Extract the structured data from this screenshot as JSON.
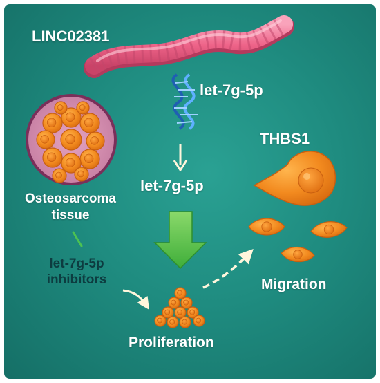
{
  "labels": {
    "lnc": "LINC02381",
    "mirna_top": "let-7g-5p",
    "mirna_mid": "let-7g-5p",
    "tissue_line1": "Osteosarcoma",
    "tissue_line2": "tissue",
    "inhibitor_line1": "let-7g-5p",
    "inhibitor_line2": "inhibitors",
    "thbs1": "THBS1",
    "migration": "Migration",
    "proliferation": "Proliferation"
  },
  "colors": {
    "background": "#1f8c80",
    "lncrna": "#f06b8f",
    "mirna": "#2e7bd6",
    "cell_orange": "#f28a1f",
    "tissue_ring": "#e9a6c6",
    "green_arrow": "#5cc24a",
    "text_white": "#ffffff",
    "text_dark": "#0d3c40"
  },
  "icons": {
    "lncrna": "lncrna-strand-icon",
    "mirna": "rna-helix-icon",
    "tissue": "osteosarcoma-tissue-icon",
    "thbs1": "migrating-cell-icon",
    "proliferation": "cell-cluster-icon"
  }
}
